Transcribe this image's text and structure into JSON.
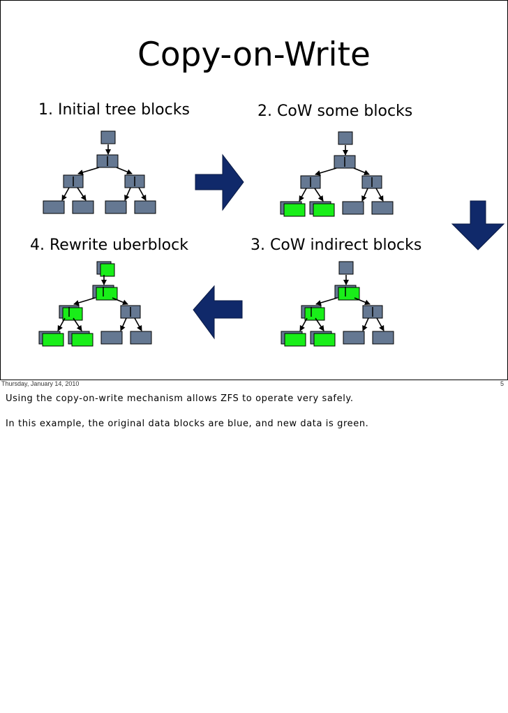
{
  "slide": {
    "title": "Copy-on-Write",
    "panels": [
      {
        "label": "1. Initial tree blocks"
      },
      {
        "label": "2. CoW some blocks"
      },
      {
        "label": "3. CoW indirect blocks"
      },
      {
        "label": "4. Rewrite uberblock"
      }
    ],
    "footer": {
      "date": "Thursday, January 14, 2010",
      "page": "5"
    }
  },
  "notes": [
    "Using the copy-on-write mechanism allows ZFS to operate very safely.",
    "In this example, the original data blocks are blue, and new data is green."
  ],
  "colors": {
    "original_block": "#657892",
    "new_block": "#19ee19",
    "arrow": "#10296a",
    "border": "#000000"
  }
}
